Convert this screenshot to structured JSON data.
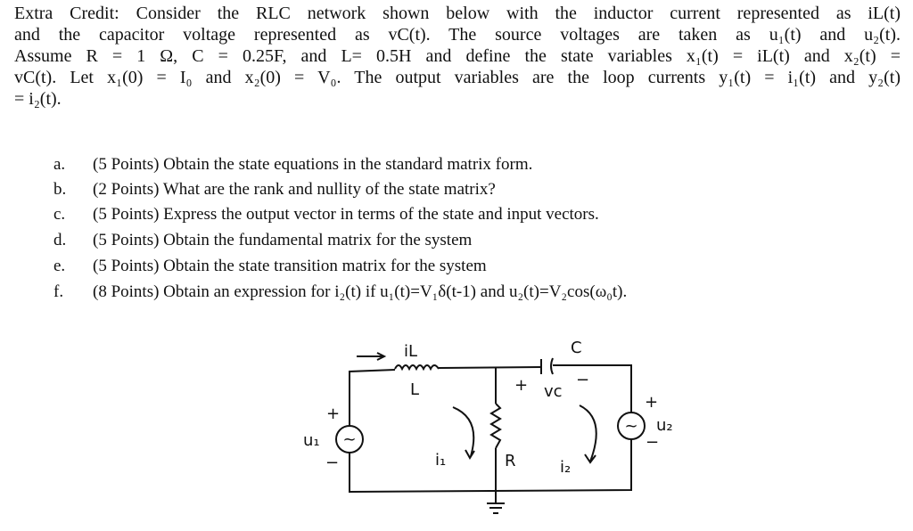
{
  "problem": {
    "lines": [
      "Extra Credit: Consider the RLC network shown below with the inductor current represented as iL(t)",
      "and the capacitor voltage represented as vC(t). The source voltages are taken as u₁(t) and u₂(t).",
      "Assume R = 1 Ω, C = 0.25F, and L= 0.5H and define the state variables x₁(t) = iL(t) and x₂(t) =",
      "vC(t). Let x₁(0) = I₀ and x₂(0) = V₀. The output variables are the loop currents y₁(t) = i₁(t) and y₂(t)",
      "= i₂(t)."
    ],
    "parts": [
      {
        "label": "a.",
        "text": "(5 Points) Obtain the state equations in the standard matrix form."
      },
      {
        "label": "b.",
        "text": "(2 Points) What are the rank and nullity of the state matrix?"
      },
      {
        "label": "c.",
        "text": "(5 Points) Express the output vector in terms of the state and input vectors."
      },
      {
        "label": "d.",
        "text": "(5 Points) Obtain the fundamental matrix for the system"
      },
      {
        "label": "e.",
        "text": "(5 Points) Obtain the state transition matrix for the system"
      },
      {
        "label": "f.",
        "text": "(8 Points) Obtain an expression for i₂(t) if u₁(t)=V₁δ(t-1) and u₂(t)=V₂cos(ω₀t)."
      }
    ]
  },
  "circuit": {
    "inductor_current": "iL",
    "inductor": "L",
    "capacitor": "C",
    "cap_voltage": "vc",
    "resistor": "R",
    "source1": "u₁",
    "source2": "u₂",
    "loop1": "i₁",
    "loop2": "i₂",
    "plus": "+",
    "minus": "−",
    "ac_symbol": "~"
  }
}
